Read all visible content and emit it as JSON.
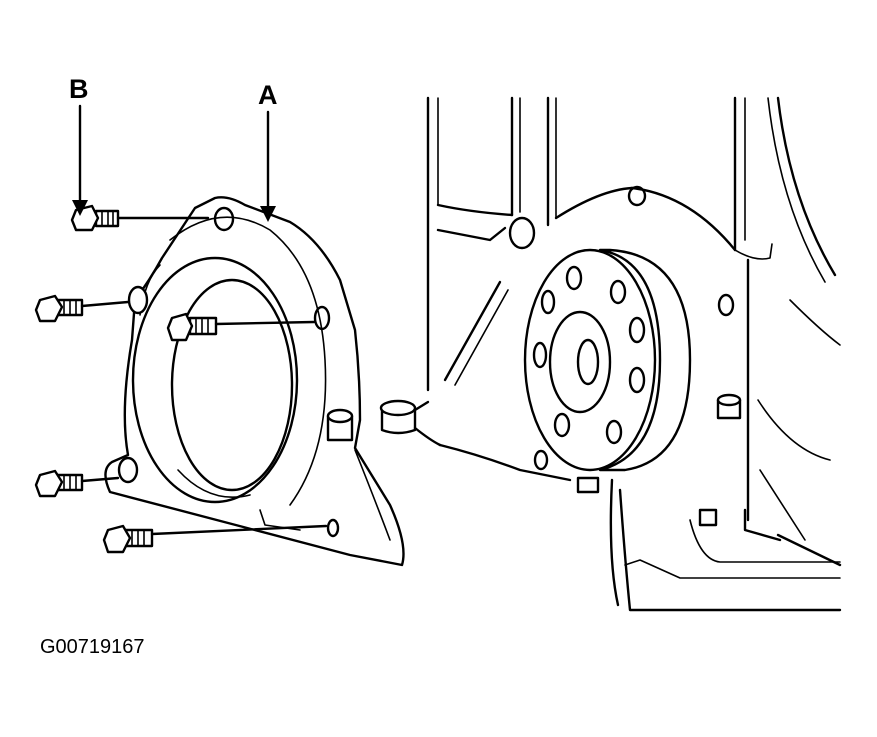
{
  "labels": {
    "part_a": "A",
    "part_b": "B"
  },
  "figure_id": "G00719167",
  "colors": {
    "ink": "#000000",
    "paper": "#ffffff"
  }
}
